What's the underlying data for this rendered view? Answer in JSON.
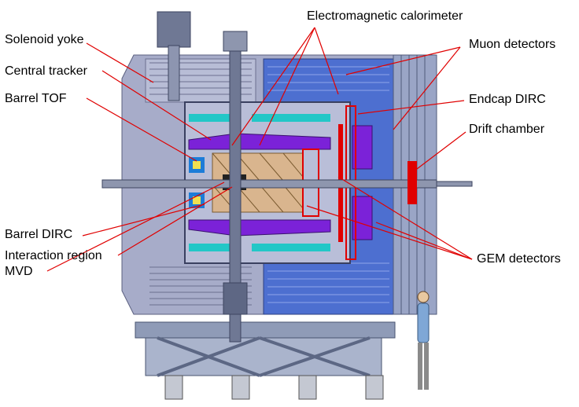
{
  "labels": {
    "electromagnetic_calorimeter": "Electromagnetic calorimeter",
    "solenoid_yoke": "Solenoid yoke",
    "central_tracker": "Central tracker",
    "barrel_tof": "Barrel TOF",
    "muon_detectors": "Muon detectors",
    "endcap_dirc": "Endcap DIRC",
    "drift_chamber": "Drift chamber",
    "barrel_dirc": "Barrel DIRC",
    "interaction_region": "Interaction region",
    "mvd": "MVD",
    "gem_detectors": "GEM detectors"
  },
  "colors": {
    "leader_line": "#e00000",
    "yoke": "#a7acc9",
    "muon_blue": "#4d6fd0",
    "calorimeter": "#7b22d8",
    "crystals": "#d9b58e",
    "support_frame": "#8f9bb7",
    "tracker_cyan": "#22c7c7"
  }
}
